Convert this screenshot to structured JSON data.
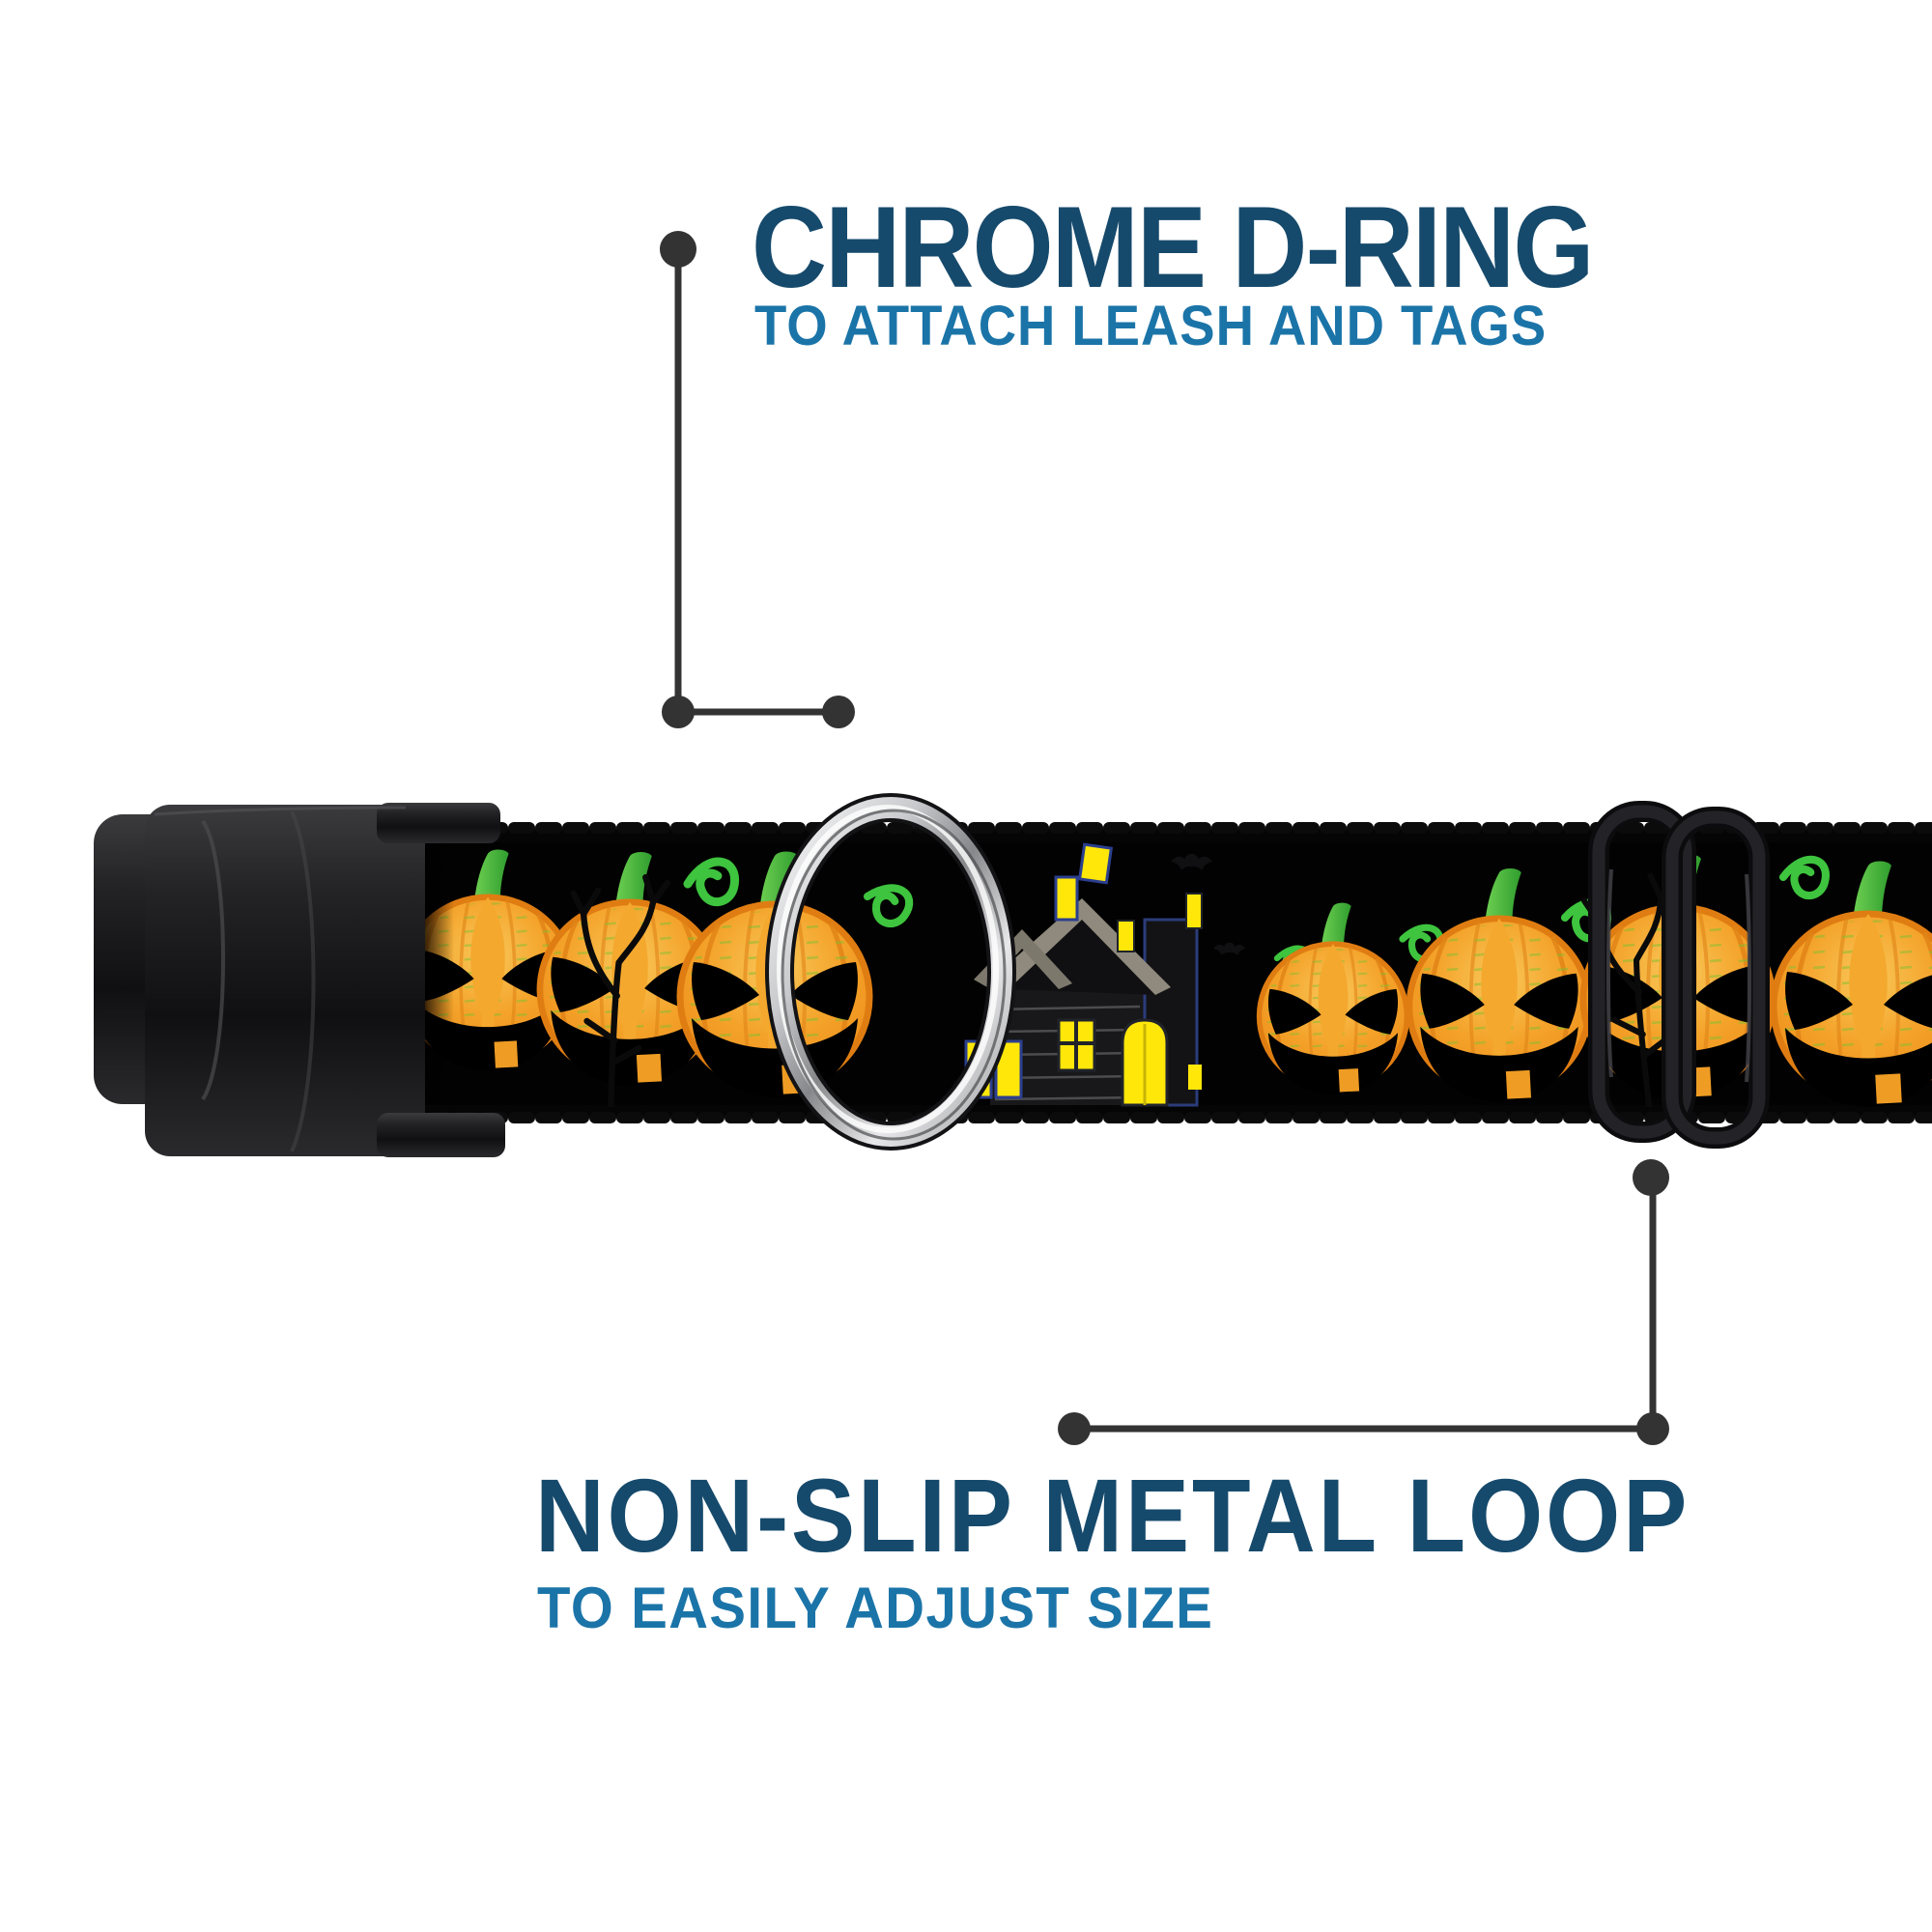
{
  "image": {
    "kind": "product-feature-graphic",
    "subject": "dog collar with jack-o'-lantern and haunted house pattern"
  },
  "colors": {
    "background": "#ffffff",
    "title_navy": "#164a6c",
    "subtitle_blue": "#1b74a8",
    "connector_gray": "#333333",
    "strap_black": "#050505",
    "buckle_black": "#1d1d20",
    "pumpkin_orange": "#f39d20",
    "pumpkin_rim": "#df7d12",
    "pumpkin_light": "#f9c85a",
    "stem_green": "#4ec23f",
    "vine_green": "#3ec43e",
    "window_yellow": "#ffe70a",
    "house_gray": "#8f8a7d",
    "chrome_light": "#f2f2f2",
    "chrome_dark": "#86878a"
  },
  "callouts": {
    "top": {
      "title": "CHROME D-RING",
      "subtitle": "TO ATTACH LEASH AND TAGS"
    },
    "bottom": {
      "title": "NON-SLIP METAL LOOP",
      "subtitle": "TO EASILY ADJUST SIZE"
    }
  },
  "collar_parts": {
    "buckle": "side-release buckle",
    "dring": "chrome D-ring",
    "slider": "non-slip metal loop",
    "strap": "jack-o'-lantern haunted house webbing"
  }
}
